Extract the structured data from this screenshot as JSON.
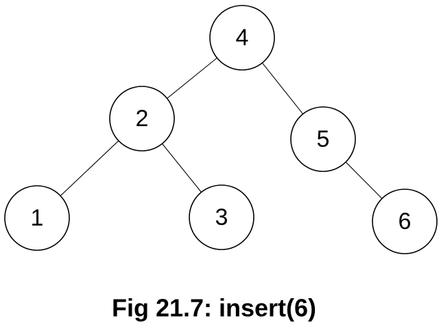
{
  "caption": "Fig 21.7: insert(6)",
  "tree": {
    "nodes": [
      {
        "id": "n4",
        "label": "4"
      },
      {
        "id": "n2",
        "label": "2"
      },
      {
        "id": "n5",
        "label": "5"
      },
      {
        "id": "n1",
        "label": "1"
      },
      {
        "id": "n3",
        "label": "3"
      },
      {
        "id": "n6",
        "label": "6"
      }
    ],
    "edges": [
      {
        "from": "n4",
        "to": "n2"
      },
      {
        "from": "n4",
        "to": "n5"
      },
      {
        "from": "n2",
        "to": "n1"
      },
      {
        "from": "n2",
        "to": "n3"
      },
      {
        "from": "n5",
        "to": "n6"
      }
    ]
  }
}
